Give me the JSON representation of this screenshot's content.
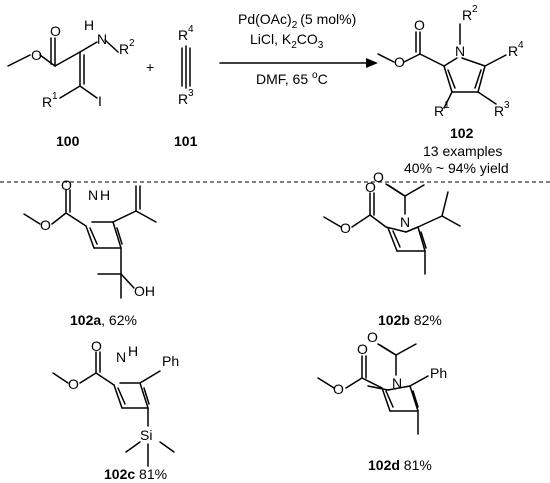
{
  "scheme": {
    "reactant_1": {
      "id": "100"
    },
    "reactant_2": {
      "id": "101"
    },
    "plus": "+",
    "conditions": {
      "catalyst": "Pd(OAc)",
      "catalyst_sub": "2",
      "catalyst_loading": "(5 mol%)",
      "reagents_a": "LiCl, K",
      "reagents_sub1": "2",
      "reagents_b": "CO",
      "reagents_sub2": "3",
      "solvent_temp": "DMF, 65 ",
      "deg_sup": "o",
      "deg_unit": "C"
    },
    "product": {
      "id": "102",
      "examples": "13 examples",
      "yield_range": "40% ~ 94% yield"
    },
    "labels": {
      "N": "N",
      "H": "H",
      "I": "I",
      "O": "O",
      "OH": "OH",
      "Si": "Si",
      "Ph": "Ph",
      "R": "R",
      "r1": "1",
      "r2": "2",
      "r3": "3",
      "r4": "4"
    }
  },
  "examples": [
    {
      "id": "102a",
      "yield": ", 62%"
    },
    {
      "id": "102b",
      "yield": " 82%"
    },
    {
      "id": "102c",
      "yield": " 81%"
    },
    {
      "id": "102d",
      "yield": " 81%"
    }
  ]
}
